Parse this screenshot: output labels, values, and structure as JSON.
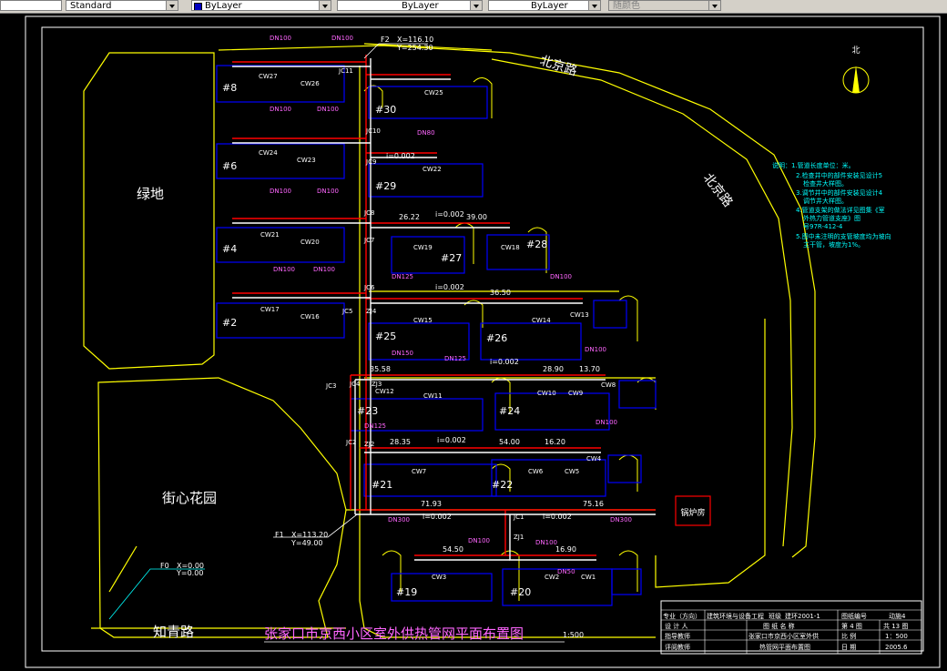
{
  "toolbar": {
    "style_value": "Standard",
    "color_value": "ByLayer",
    "linetype_value": "ByLayer",
    "lineweight_value": "ByLayer",
    "plotstyle_value": "随颜色"
  },
  "colors": {
    "background": "#000000",
    "boundary": "#ffff00",
    "building": "#0000ff",
    "supply_pipe": "#ff0000",
    "return_pipe": "#ffffff",
    "dimension": "#00ffff",
    "spec_label": "#ff66ff",
    "text": "#ffffff"
  },
  "roads": {
    "north1": "北京路",
    "north2": "北京路",
    "south": "知青路"
  },
  "areas": {
    "green": "绿地",
    "garden": "街心花园"
  },
  "north_arrow": "北",
  "boiler": "锅炉房",
  "buildings": [
    "#8",
    "#6",
    "#4",
    "#2",
    "#30",
    "#29",
    "#27",
    "#28",
    "#25",
    "#26",
    "#23",
    "#24",
    "#21",
    "#22",
    "#19",
    "#20"
  ],
  "wells": [
    "CW27",
    "CW26",
    "CW25",
    "CW24",
    "CW23",
    "CW22",
    "CW21",
    "CW20",
    "CW19",
    "CW18",
    "CW17",
    "CW16",
    "CW15",
    "CW14",
    "CW13",
    "CW12",
    "CW11",
    "CW10",
    "CW9",
    "CW8",
    "CW7",
    "CW6",
    "CW5",
    "CW4",
    "CW3",
    "CW2",
    "CW1"
  ],
  "pipe_specs": [
    "DN100",
    "DN125",
    "DN150",
    "DN300",
    "DN80",
    "DN50"
  ],
  "junctions": [
    "JC11",
    "JC10",
    "JC9",
    "JC8",
    "JC7",
    "JC6",
    "JC5",
    "JC4",
    "JC3",
    "JC2",
    "JC1",
    "ZJ4",
    "ZJ3",
    "ZJ2",
    "ZJ1"
  ],
  "coords": {
    "f2_label": "F2",
    "f2_x": "X=116.10",
    "f2_y": "Y=254.30",
    "f1_label": "F1",
    "f1_x": "X=113.20",
    "f1_y": "Y=49.00",
    "f0_label": "F0",
    "f0_x": "X=0.00",
    "f0_y": "Y=0.00"
  },
  "dims": {
    "d7193": "71.93",
    "d7516": "75.16",
    "d5450": "54.50",
    "d5400": "54.00",
    "d3900": "39.00",
    "d3650": "36.50",
    "d3558": "35.58",
    "d2890": "28.90",
    "d2835": "28.35",
    "d2622": "26.22",
    "d1690": "16.90",
    "d1620": "16.20",
    "d1370": "13.70",
    "slope": "i=0.002"
  },
  "notes": {
    "lines": [
      "说明：1.管道长度单位：米。",
      "2.检查井中的部件安装见设计5",
      "检查井大样图。",
      "3.调节井中的部件安装见设计4",
      "调节井大样图。",
      "4.管道支架的做法详见图集《室",
      "外热力管道支座》图",
      "号97R-412-4",
      "5.图中未注明的支管坡度均为坡向",
      "主干管，坡度为1%。"
    ]
  },
  "drawing_title": "张家口市京西小区室外供热管网平面布置图",
  "drawing_scale": "1:500",
  "title_block": {
    "major_label": "专业（方向）",
    "major_value": "建筑环境与设备工程",
    "class_label": "班级",
    "class_value": "建环2001-1",
    "dwg_no_label": "图纸编号",
    "dwg_no_value": "动施4",
    "designer": "设 计 人",
    "name_label": "图 纸 名 称",
    "sheet_no": "第 4 图",
    "sheet_total": "共 13 图",
    "advisor": "指导教师",
    "name_value1": "张家口市京西小区室外供",
    "scale_label": "比 例",
    "scale_value": "1：500",
    "reviewer": "评阅教师",
    "name_value2": "热管网平面布置图",
    "date_label": "日 期",
    "date_value": "2005.6"
  }
}
